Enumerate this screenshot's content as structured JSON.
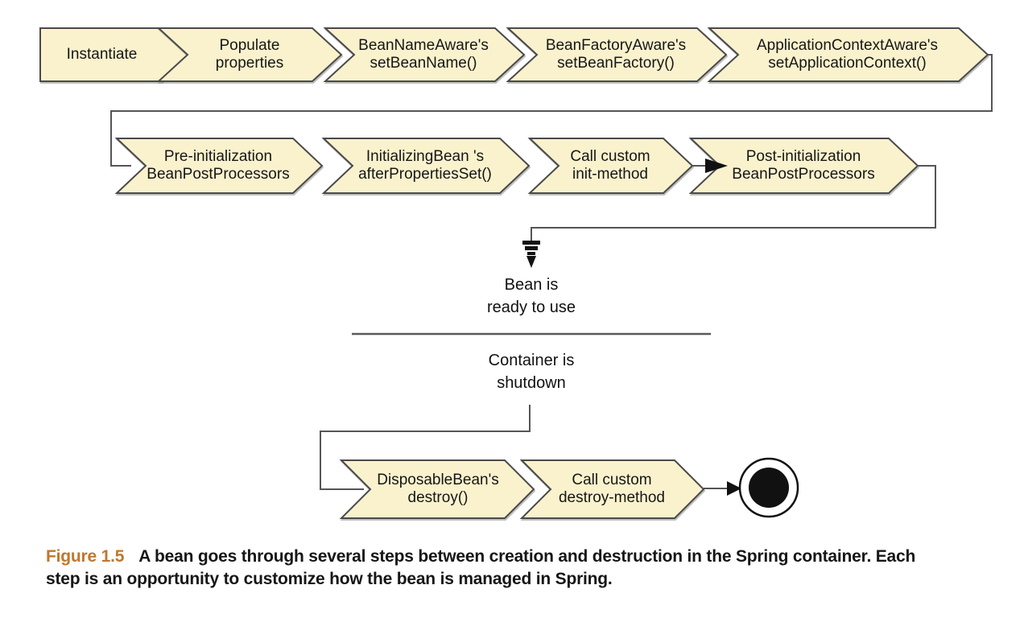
{
  "colors": {
    "arrow_fill": "#FAF2CD",
    "arrow_border": "#4A4A4A",
    "connector": "#555555",
    "final_state": "#111111",
    "figure_label": "#C0772E",
    "text": "#161616"
  },
  "flow": {
    "row1": [
      {
        "label": "Instantiate"
      },
      {
        "label": "Populate\nproperties"
      },
      {
        "label": "BeanNameAware's\nsetBeanName()"
      },
      {
        "label": "BeanFactoryAware's\nsetBeanFactory()"
      },
      {
        "label": "ApplicationContextAware's\nsetApplicationContext()"
      }
    ],
    "row2": [
      {
        "label": "Pre-initialization\nBeanPostProcessors"
      },
      {
        "label": "InitializingBean 's\nafterPropertiesSet()"
      },
      {
        "label": "Call custom\ninit-method"
      },
      {
        "label": "Post-initialization\nBeanPostProcessors"
      }
    ],
    "row3": [
      {
        "label": "DisposableBean's\ndestroy()"
      },
      {
        "label": "Call custom\ndestroy-method"
      }
    ],
    "ready_label": "Bean is\nready to use",
    "shutdown_label": "Container is\nshutdown"
  },
  "caption": {
    "figure_label": "Figure 1.5",
    "text": "A bean goes through several steps between creation and destruction in the Spring container. Each step is an opportunity to customize how the bean is managed in Spring."
  }
}
